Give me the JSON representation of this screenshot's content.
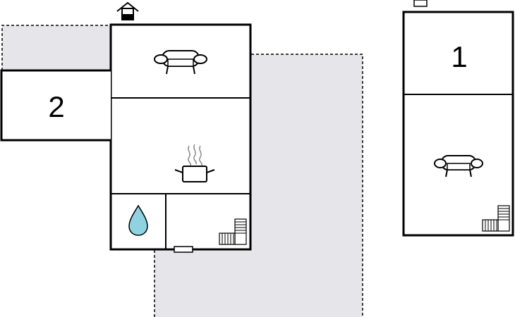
{
  "floorplan": {
    "rooms": [
      {
        "id": "bedroom-2",
        "label": "2",
        "icon": "number-label"
      },
      {
        "id": "living-room-main",
        "icon": "sofa-icon"
      },
      {
        "id": "kitchen",
        "icon": "cooking-pot-icon"
      },
      {
        "id": "bathroom",
        "icon": "water-drop-icon"
      },
      {
        "id": "stair-hall",
        "icon": "stairs-icon"
      },
      {
        "id": "bedroom-1",
        "label": "1",
        "icon": "number-label"
      },
      {
        "id": "living-room-annex",
        "icon": "sofa-icon"
      },
      {
        "id": "stair-annex",
        "icon": "stairs-icon"
      }
    ],
    "colors": {
      "wall": "#000000",
      "terrace_fill": "#e6e6ea",
      "terrace_dash": "#000000",
      "water_drop": "#8fd3e3",
      "background": "#ffffff"
    }
  }
}
